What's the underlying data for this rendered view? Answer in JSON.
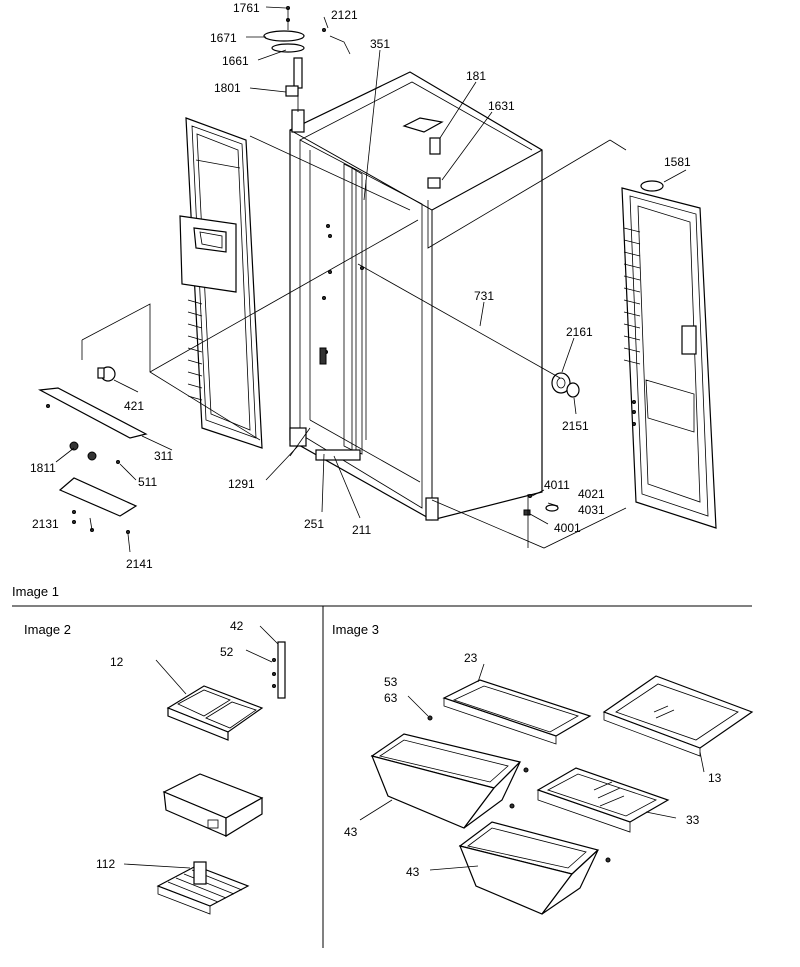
{
  "images": {
    "image1": {
      "caption": "Image 1",
      "callouts": [
        "1761",
        "2121",
        "1671",
        "1661",
        "1801",
        "351",
        "181",
        "1631",
        "1581",
        "731",
        "2161",
        "421",
        "311",
        "2151",
        "1811",
        "511",
        "1291",
        "4011",
        "4021",
        "4031",
        "251",
        "211",
        "4001",
        "2131",
        "2141"
      ]
    },
    "image2": {
      "caption": "Image 2",
      "callouts": [
        "42",
        "52",
        "12",
        "112"
      ]
    },
    "image3": {
      "caption": "Image 3",
      "callouts": [
        "23",
        "53",
        "63",
        "13",
        "33",
        "43",
        "43"
      ]
    }
  }
}
